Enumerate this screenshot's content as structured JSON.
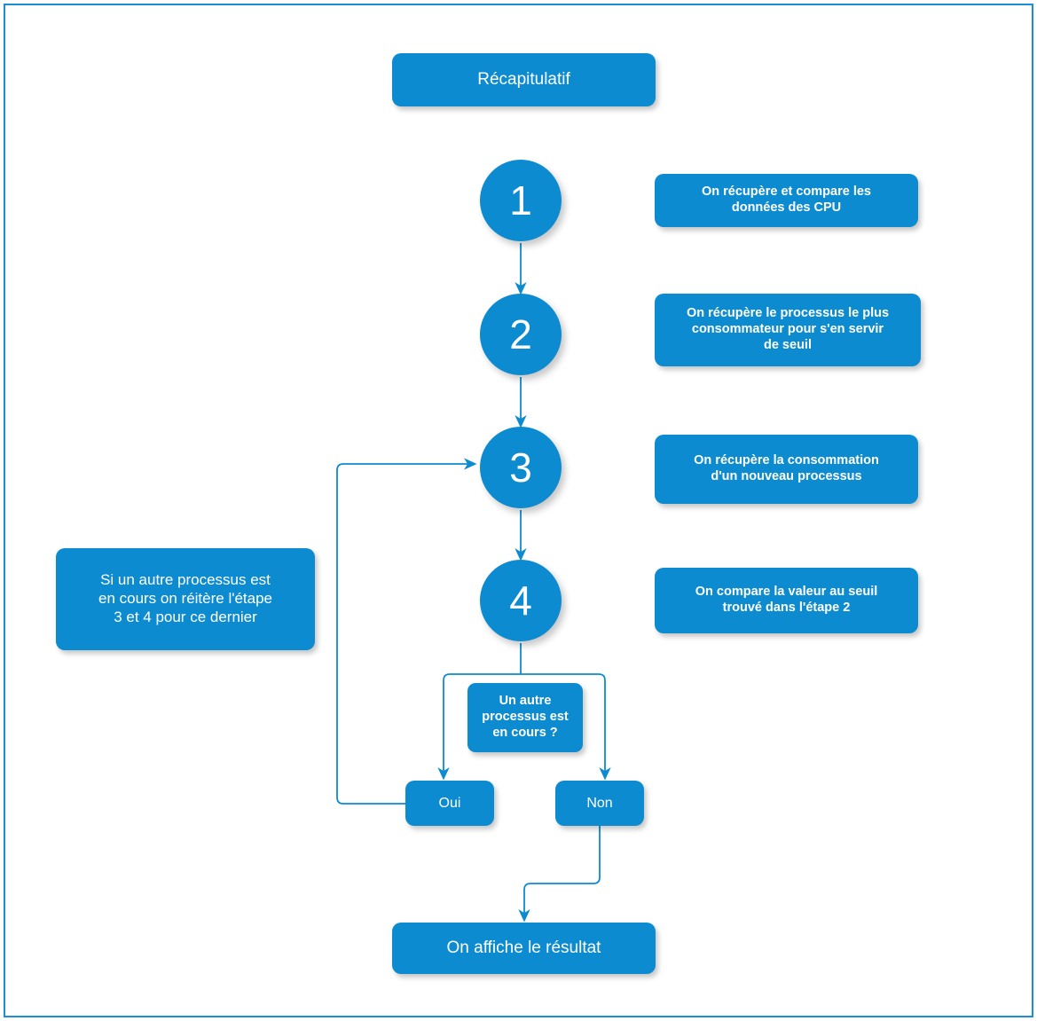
{
  "diagram": {
    "title": "Récapitulatif",
    "accent_color": "#0d8bd1",
    "border_color": "#1a8fd4",
    "text_color": "#ffffff",
    "background": "#ffffff",
    "steps": [
      {
        "number": "1",
        "note": "On récupère et compare les\ndonnées des CPU"
      },
      {
        "number": "2",
        "note": "On récupère le processus le plus\nconsommateur pour s'en servir\nde seuil"
      },
      {
        "number": "3",
        "note": "On récupère la consommation\nd'un nouveau processus"
      },
      {
        "number": "4",
        "note": "On compare la valeur au seuil\ntrouvé dans l'étape 2"
      }
    ],
    "loop_note": "Si un autre processus est\nen cours on réitère l'étape\n3 et 4 pour ce dernier",
    "decision": {
      "question": "Un autre\nprocessus est\nen cours ?",
      "yes_label": "Oui",
      "no_label": "Non"
    },
    "result": "On affiche le résultat"
  }
}
